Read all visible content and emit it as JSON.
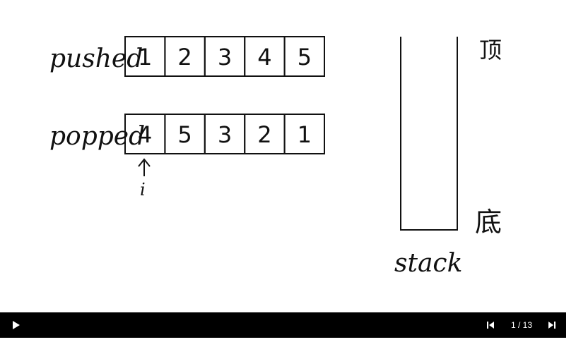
{
  "diagram": {
    "pushed": {
      "label": "pushed",
      "cells": [
        "1",
        "2",
        "3",
        "4",
        "5"
      ]
    },
    "popped": {
      "label": "popped",
      "cells": [
        "4",
        "5",
        "3",
        "2",
        "1"
      ]
    },
    "pointer": {
      "label": "i",
      "index": 0
    },
    "stack": {
      "label": "stack",
      "top_label": "顶",
      "bottom_label": "底"
    }
  },
  "player": {
    "counter": "1 / 13",
    "icons": {
      "play": "play-icon",
      "prev": "skip-previous-icon",
      "next": "skip-next-icon"
    },
    "colors": {
      "bar": "#000000",
      "icon": "#ffffff"
    }
  }
}
